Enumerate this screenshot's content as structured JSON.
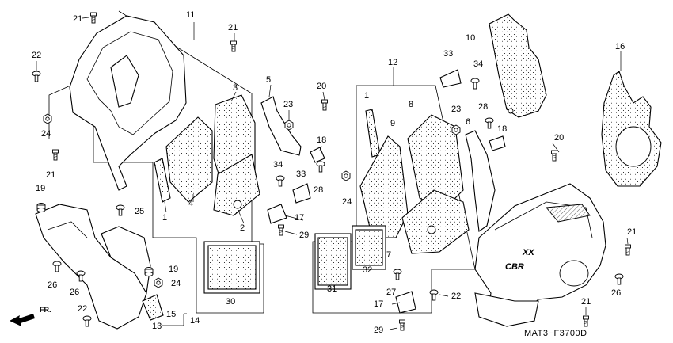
{
  "diagram_code": "MAT3−F3700D",
  "direction_label": "FR.",
  "callouts": {
    "c1a": "1",
    "c1b": "1",
    "c2": "2",
    "c3": "3",
    "c4": "4",
    "c5": "5",
    "c6": "6",
    "c7": "7",
    "c8": "8",
    "c9": "9",
    "c10": "10",
    "c11": "11",
    "c12": "12",
    "c13": "13",
    "c14": "14",
    "c15": "15",
    "c16": "16",
    "c17a": "17",
    "c17b": "17",
    "c18a": "18",
    "c18b": "18",
    "c19a": "19",
    "c19b": "19",
    "c20a": "20",
    "c20b": "20",
    "c21a": "21",
    "c21b": "21",
    "c21c": "21",
    "c21d": "21",
    "c21e": "21",
    "c22a": "22",
    "c22b": "22",
    "c22c": "22",
    "c23a": "23",
    "c23b": "23",
    "c24a": "24",
    "c24b": "24",
    "c24c": "24",
    "c25": "25",
    "c26a": "26",
    "c26b": "26",
    "c26c": "26",
    "c27": "27",
    "c28a": "28",
    "c28b": "28",
    "c29a": "29",
    "c29b": "29",
    "c30": "30",
    "c31": "31",
    "c32": "32",
    "c33a": "33",
    "c33b": "33",
    "c34a": "34",
    "c34b": "34"
  },
  "fairing_logo": "CBR",
  "fairing_badge": "XX"
}
